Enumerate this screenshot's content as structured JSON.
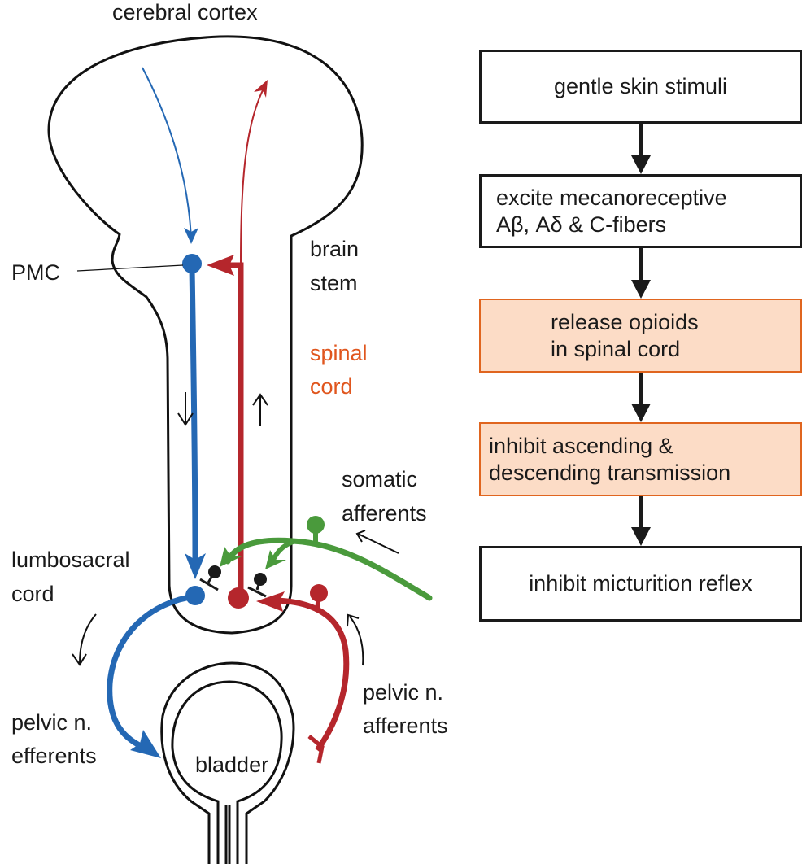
{
  "anatomy": {
    "labels": {
      "cerebral_cortex": "cerebral cortex",
      "pmc": "PMC",
      "brain_stem": [
        "brain",
        "stem"
      ],
      "spinal_cord": [
        "spinal",
        "cord"
      ],
      "lumbosacral_cord": [
        "lumbosacral",
        "cord"
      ],
      "somatic_afferents": [
        "somatic",
        "afferents"
      ],
      "pelvic_efferents": [
        "pelvic n.",
        "efferents"
      ],
      "pelvic_afferents": [
        "pelvic n.",
        "afferents"
      ],
      "bladder": "bladder"
    },
    "pathways": [
      {
        "name": "descending-pathway",
        "color": "#2468b4",
        "direction": "down"
      },
      {
        "name": "ascending-pathway",
        "color": "#b5262c",
        "direction": "up"
      },
      {
        "name": "somatic-afferent-pathway",
        "color": "#4a9a3c",
        "direction": "inward"
      }
    ],
    "colors": {
      "blue": "#2468b4",
      "red": "#b5262c",
      "green": "#4a9a3c",
      "inhibitory": "#1a1a1a",
      "outline": "#111111",
      "highlight_text": "#e0561e"
    }
  },
  "flowchart": {
    "steps": [
      {
        "lines": [
          "gentle skin stimuli"
        ],
        "highlight": false
      },
      {
        "lines": [
          "excite mecanoreceptive",
          "Aβ, Aδ & C-fibers"
        ],
        "highlight": false
      },
      {
        "lines": [
          "release opioids",
          "in spinal cord"
        ],
        "highlight": true
      },
      {
        "lines": [
          "inhibit ascending &",
          "descending transmission"
        ],
        "highlight": true
      },
      {
        "lines": [
          "inhibit micturition reflex"
        ],
        "highlight": false
      }
    ],
    "colors": {
      "highlight_fill": "#fcdcc6",
      "highlight_border": "#e0651f",
      "border": "#1a1a1a"
    }
  }
}
